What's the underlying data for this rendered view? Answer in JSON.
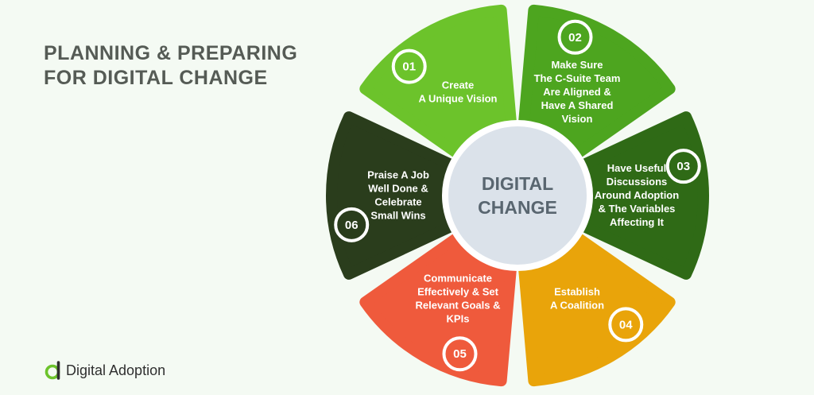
{
  "title": {
    "line1": "PLANNING & PREPARING",
    "line2": "FOR DIGITAL CHANGE"
  },
  "center": {
    "line1": "DIGITAL",
    "line2": "CHANGE"
  },
  "brand": {
    "name": "Digital Adoption"
  },
  "segments": [
    {
      "number": "01",
      "color": "#6cc32b",
      "lines": [
        "Create",
        "A Unique Vision"
      ]
    },
    {
      "number": "02",
      "color": "#4da51f",
      "lines": [
        "Make Sure",
        "The C-Suite Team",
        "Are Aligned &",
        "Have A Shared",
        "Vision"
      ]
    },
    {
      "number": "03",
      "color": "#2f6a16",
      "lines": [
        "Have Useful",
        "Discussions",
        "Around Adoption",
        "& The Variables",
        "Affecting It"
      ]
    },
    {
      "number": "04",
      "color": "#e9a40a",
      "lines": [
        "Establish",
        "A Coalition"
      ]
    },
    {
      "number": "05",
      "color": "#ef5a3c",
      "lines": [
        "Communicate",
        "Effectively & Set",
        "Relevant Goals &",
        "KPIs"
      ]
    },
    {
      "number": "06",
      "color": "#2a3d1c",
      "lines": [
        "Praise A Job",
        "Well Done &",
        "Celebrate",
        "Small Wins"
      ]
    }
  ]
}
